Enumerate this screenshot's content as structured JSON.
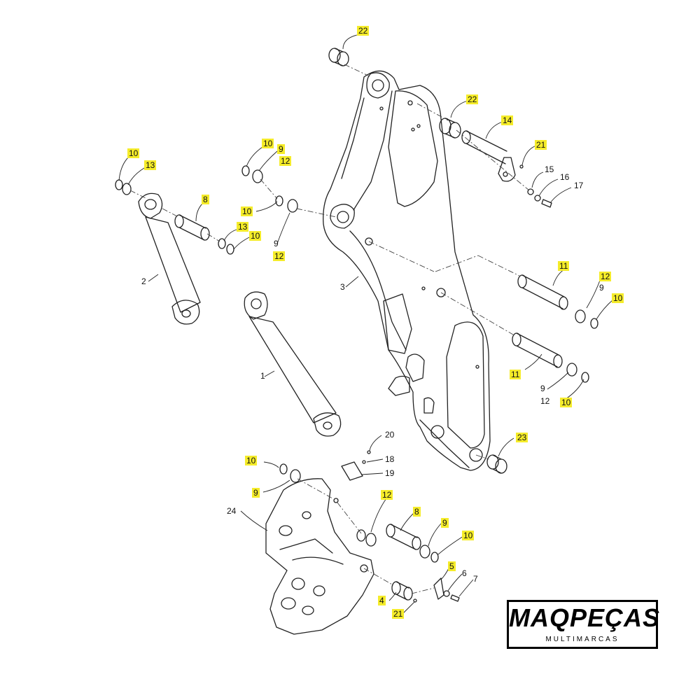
{
  "diagram": {
    "callouts": [
      {
        "id": "c22a",
        "text": "22",
        "highlight": true
      },
      {
        "id": "c22b",
        "text": "22",
        "highlight": true
      },
      {
        "id": "c14",
        "text": "14",
        "highlight": true
      },
      {
        "id": "c21a",
        "text": "21",
        "highlight": true
      },
      {
        "id": "c15",
        "text": "15",
        "highlight": false
      },
      {
        "id": "c16",
        "text": "16",
        "highlight": false
      },
      {
        "id": "c17",
        "text": "17",
        "highlight": false
      },
      {
        "id": "c10a",
        "text": "10",
        "highlight": true
      },
      {
        "id": "c13a",
        "text": "13",
        "highlight": true
      },
      {
        "id": "c10b",
        "text": "10",
        "highlight": true
      },
      {
        "id": "c9a",
        "text": "9",
        "highlight": true
      },
      {
        "id": "c12a",
        "text": "12",
        "highlight": true
      },
      {
        "id": "c8a",
        "text": "8",
        "highlight": true
      },
      {
        "id": "c10c",
        "text": "10",
        "highlight": true
      },
      {
        "id": "c13b",
        "text": "13",
        "highlight": true
      },
      {
        "id": "c10d",
        "text": "10",
        "highlight": true
      },
      {
        "id": "c9b",
        "text": "9",
        "highlight": false
      },
      {
        "id": "c12b",
        "text": "12",
        "highlight": true
      },
      {
        "id": "c2",
        "text": "2",
        "highlight": false
      },
      {
        "id": "c3",
        "text": "3",
        "highlight": false
      },
      {
        "id": "c11a",
        "text": "11",
        "highlight": true
      },
      {
        "id": "c12c",
        "text": "12",
        "highlight": true
      },
      {
        "id": "c9c",
        "text": "9",
        "highlight": false
      },
      {
        "id": "c10e",
        "text": "10",
        "highlight": true
      },
      {
        "id": "c11b",
        "text": "11",
        "highlight": true
      },
      {
        "id": "c9d",
        "text": "9",
        "highlight": false
      },
      {
        "id": "c12d",
        "text": "12",
        "highlight": false
      },
      {
        "id": "c10f",
        "text": "10",
        "highlight": true
      },
      {
        "id": "c1",
        "text": "1",
        "highlight": false
      },
      {
        "id": "c23",
        "text": "23",
        "highlight": true
      },
      {
        "id": "c20",
        "text": "20",
        "highlight": false
      },
      {
        "id": "c18",
        "text": "18",
        "highlight": false
      },
      {
        "id": "c19",
        "text": "19",
        "highlight": false
      },
      {
        "id": "c10g",
        "text": "10",
        "highlight": true
      },
      {
        "id": "c9e",
        "text": "9",
        "highlight": true
      },
      {
        "id": "c24",
        "text": "24",
        "highlight": false
      },
      {
        "id": "c12e",
        "text": "12",
        "highlight": true
      },
      {
        "id": "c8b",
        "text": "8",
        "highlight": true
      },
      {
        "id": "c9f",
        "text": "9",
        "highlight": true
      },
      {
        "id": "c10h",
        "text": "10",
        "highlight": true
      },
      {
        "id": "c5",
        "text": "5",
        "highlight": true
      },
      {
        "id": "c6",
        "text": "6",
        "highlight": false
      },
      {
        "id": "c7",
        "text": "7",
        "highlight": false
      },
      {
        "id": "c4",
        "text": "4",
        "highlight": true
      },
      {
        "id": "c21b",
        "text": "21",
        "highlight": true
      }
    ],
    "colors": {
      "highlight": "#f5ec2a",
      "line": "#222222"
    }
  },
  "logo": {
    "brand": "MAQPEÇAS",
    "tagline": "MULTIMARCAS"
  }
}
